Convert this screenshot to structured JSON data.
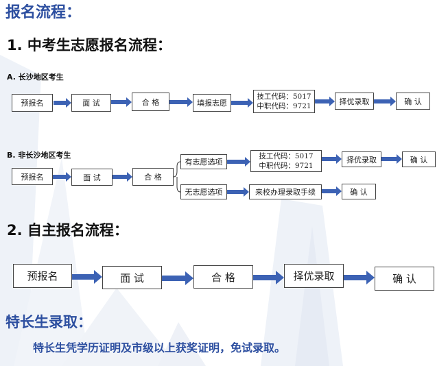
{
  "title": "报名流程：",
  "section1": {
    "title": "1. 中考生志愿报名流程：",
    "a": {
      "label": "A. 长沙地区考生",
      "steps": [
        "预报名",
        "面 试",
        "合 格",
        "填报志愿"
      ],
      "codes": [
        "技工代码：5017",
        "中职代码：9721"
      ],
      "select": "择优录取",
      "confirm": "确 认"
    },
    "b": {
      "label": "B. 非长沙地区考生",
      "steps": [
        "预报名",
        "面 试",
        "合 格"
      ],
      "with_pref": "有志愿选项",
      "codes": [
        "技工代码：5017",
        "中职代码：9721"
      ],
      "select": "择优录取",
      "confirm1": "确 认",
      "no_pref": "无志愿选项",
      "campus": "来校办理录取手续",
      "confirm2": "确 认"
    }
  },
  "section2": {
    "title": "2. 自主报名流程：",
    "steps": [
      "预报名",
      "面 试",
      "合 格",
      "择优录取",
      "确 认"
    ]
  },
  "special": {
    "title": "特长生录取：",
    "text": "特长生凭学历证明及市级以上获奖证明，免试录取。"
  },
  "colors": {
    "heading_blue": "#2d4fa0",
    "arrow_blue": "#3c62b4"
  }
}
